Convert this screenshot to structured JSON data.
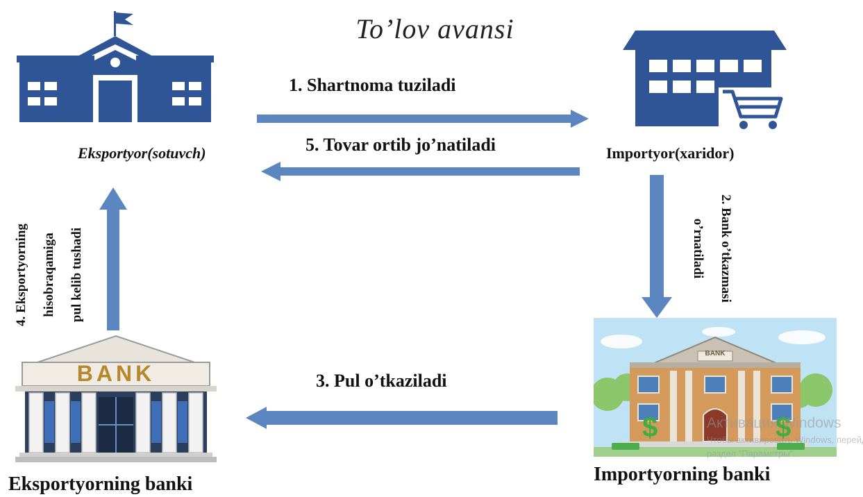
{
  "title": "To’lov avansi",
  "parties": {
    "exporter": "Eksportyor(sotuvch)",
    "importer": "Importyor(xaridor)",
    "exporter_bank": "Eksportyorning banki",
    "importer_bank": "Importyorning banki"
  },
  "steps": {
    "step1": "1. Shartnoma tuziladi",
    "step2_line1": "2. Bank o’tkazmasi",
    "step2_line2": "o’rnatiladi",
    "step3": "3. Pul o’tkaziladi",
    "step4_line1": "4. Eksportyorning",
    "step4_line2": "hisobraqamiga",
    "step4_line3": "pul kelib tushadi",
    "step5": "5. Tovar ortib jo’natiladi"
  },
  "bank_sign": "BANK",
  "bank_sign_small": "BANK",
  "dollar_sign": "$",
  "watermark": {
    "line1": "Активация Windows",
    "line2": "Чтобы активировать Windows, перейдите в",
    "line3": "раздел \"Параметры\"."
  },
  "colors": {
    "arrow": "#5b86bf",
    "building_blue": "#2f5597",
    "bank_sign": "#b8862b"
  },
  "icons": {
    "exporter": "school-building-icon",
    "importer": "store-cart-icon",
    "exporter_bank": "bank-building-icon",
    "importer_bank": "bank-building-icon"
  }
}
